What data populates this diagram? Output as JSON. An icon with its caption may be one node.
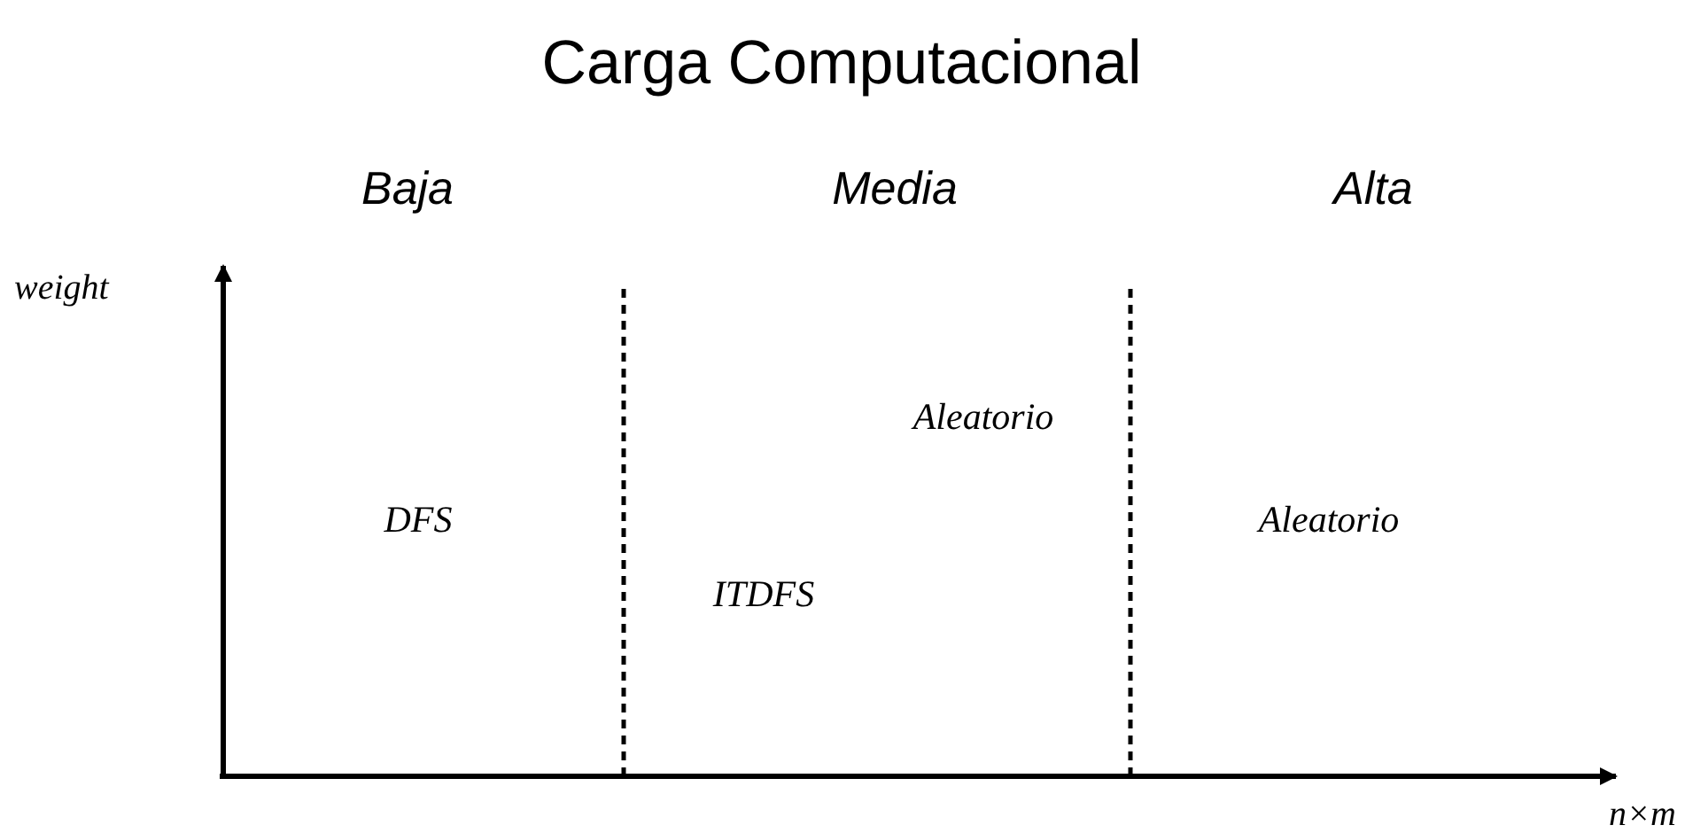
{
  "diagram": {
    "title": "Carga Computacional",
    "labels": [
      "Baja",
      "Media",
      "Alta",
      "weight",
      "Aleatorio",
      "DFS",
      "Aleatorio",
      "ITDFS",
      "n×m"
    ]
  }
}
